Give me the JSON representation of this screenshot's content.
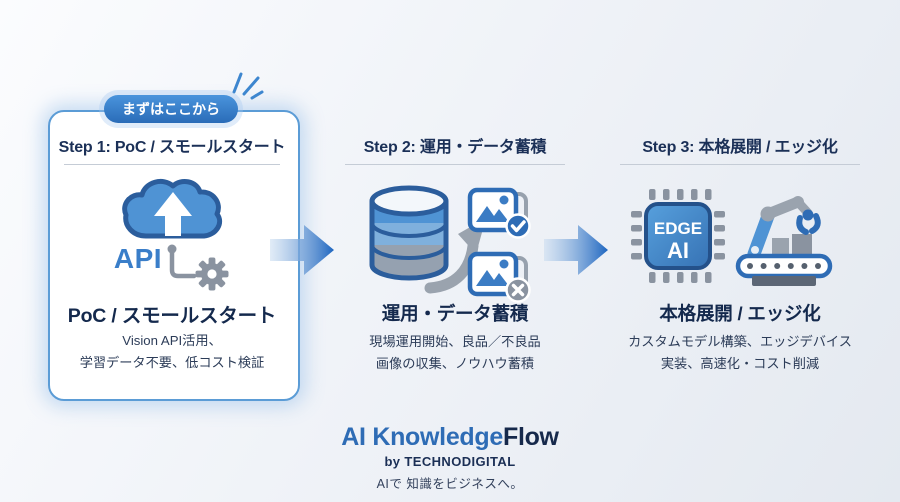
{
  "colors": {
    "accent_blue": "#2e6cb5",
    "dark_navy": "#1b3057",
    "badge_blue": "#2f7bc8",
    "arrow_blue": "#1e66c0",
    "icon_gray": "#9aa3ae",
    "card_border": "#5b9cd6",
    "background_light": "#f0f3f8"
  },
  "step1": {
    "badge_label": "まずはここから",
    "heading": "Step 1: PoC / スモールスタート",
    "api_label": "API",
    "title": "PoC / スモールスタート",
    "desc_line1": "Vision API活用、",
    "desc_line2": "学習データ不要、低コスト検証",
    "icons": [
      "sparkle-lines-icon",
      "cloud-upload-icon",
      "api-connector-icon",
      "gear-icon"
    ]
  },
  "step2": {
    "heading": "Step 2: 運用・データ蓄積",
    "title": "運用・データ蓄積",
    "desc_line1": "現場運用開始、良品／不良品",
    "desc_line2": "画像の収集、ノウハウ蓄積",
    "icons": [
      "database-icon",
      "curved-arrow-icon",
      "image-approved-icon",
      "image-rejected-icon"
    ]
  },
  "step3": {
    "heading": "Step 3: 本格展開 / エッジ化",
    "chip_label_line1": "EDGE",
    "chip_label_line2": "AI",
    "title": "本格展開 / エッジ化",
    "desc_line1": "カスタムモデル構築、エッジデバイス",
    "desc_line2": "実装、高速化・コスト削減",
    "icons": [
      "edge-ai-chip-icon",
      "robot-arm-conveyor-icon"
    ]
  },
  "flow": {
    "icons": [
      "flow-arrow-icon",
      "flow-arrow-icon"
    ]
  },
  "footer": {
    "logo_part1": "AI Knowledge",
    "logo_part2": "Flow",
    "byline": "by TECHNODIGITAL",
    "tagline": "AIで 知識をビジネスへ。"
  }
}
